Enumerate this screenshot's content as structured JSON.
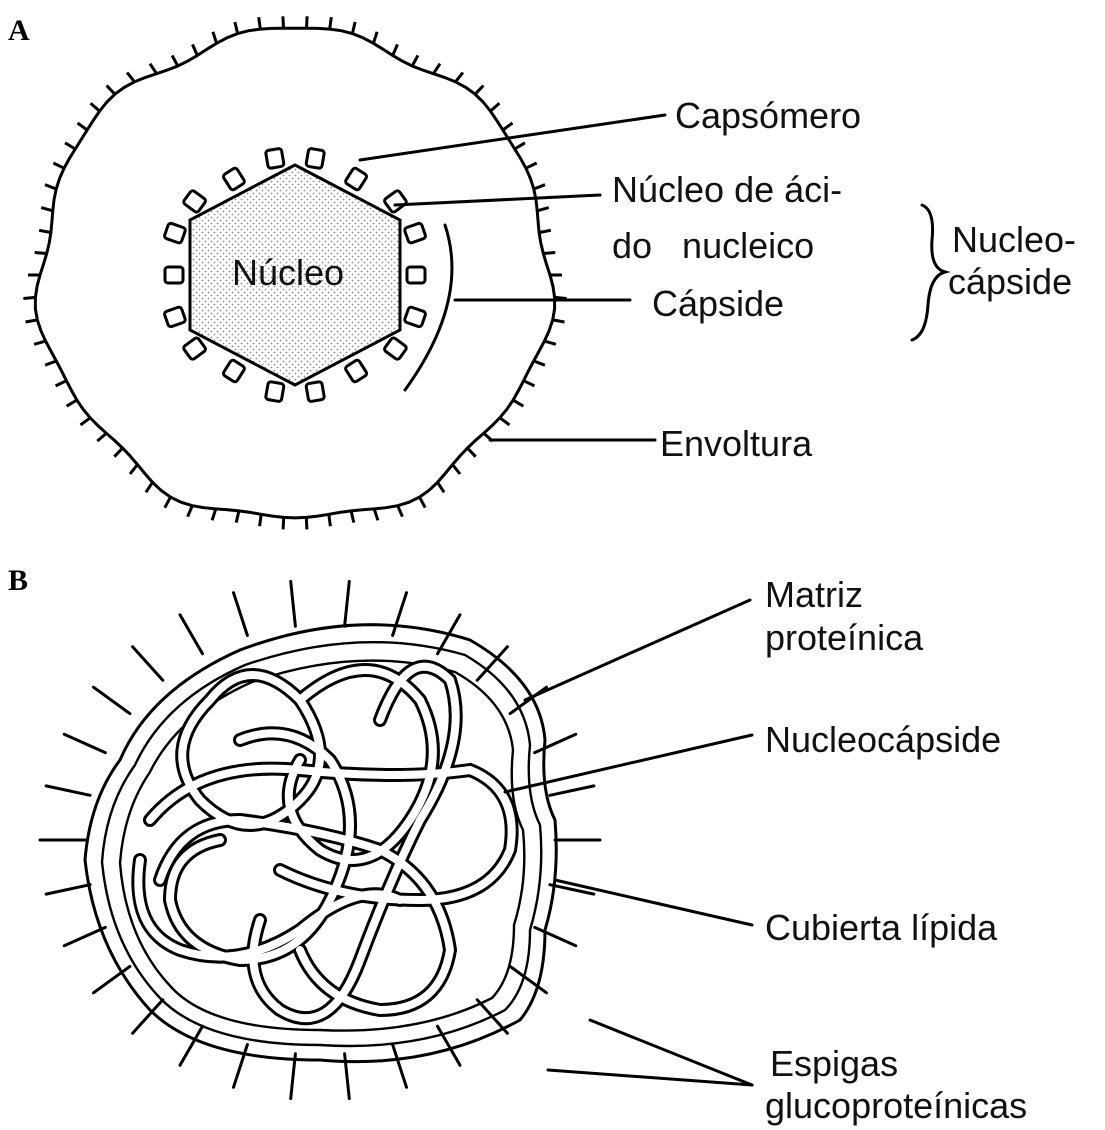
{
  "panel_a": {
    "letter": "A",
    "core_label": "Núcleo",
    "labels": {
      "capsomero": "Capsómero",
      "nucleic_core_line1": "Núcleo de áci-",
      "nucleic_core_line2": "do   nucleico",
      "capside": "Cápside",
      "envoltura": "Envoltura",
      "nucleocapside_line1": "Nucleo-",
      "nucleocapside_line2": "cápside"
    }
  },
  "panel_b": {
    "letter": "B",
    "labels": {
      "matriz_line1": "Matriz",
      "matriz_line2": "proteínica",
      "nucleocapside": "Nucleocápside",
      "cubierta": "Cubierta lípida",
      "espigas_line1": "Espigas",
      "espigas_line2": "glucoproteínicas"
    }
  },
  "colors": {
    "ink": "#000000",
    "stipple": "#9a9a9a",
    "background": "#ffffff"
  }
}
